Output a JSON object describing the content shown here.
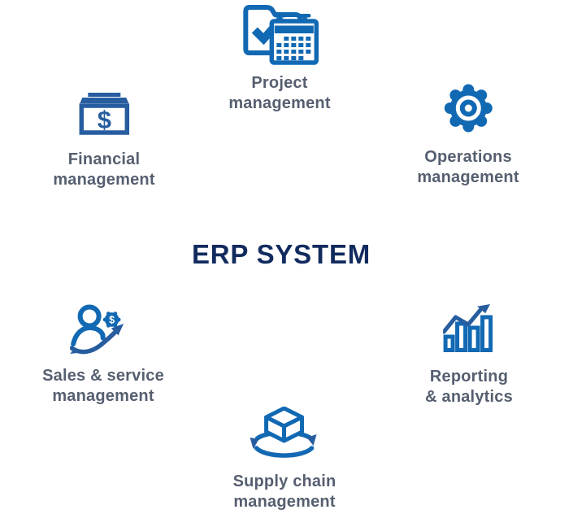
{
  "diagram": {
    "title": "ERP SYSTEM",
    "nodes": [
      {
        "id": "project-management",
        "icon": "task-folder-calendar-icon",
        "lines": [
          "Project",
          "management"
        ]
      },
      {
        "id": "operations-management",
        "icon": "gear-icon",
        "lines": [
          "Operations",
          "management"
        ]
      },
      {
        "id": "financial-management",
        "icon": "cash-stack-dollar-icon",
        "lines": [
          "Financial",
          "management"
        ],
        "symbol": "$"
      },
      {
        "id": "sales-service-management",
        "icon": "customer-sales-growth-icon",
        "lines": [
          "Sales & service",
          "management"
        ],
        "badge_symbol": "$"
      },
      {
        "id": "reporting-analytics",
        "icon": "bar-chart-growth-arrow-icon",
        "lines": [
          "Reporting",
          "& analytics"
        ]
      },
      {
        "id": "supply-chain-management",
        "icon": "package-cycle-icon",
        "lines": [
          "Supply chain",
          "management"
        ]
      }
    ]
  },
  "colors": {
    "icon-blue": "#1269b3",
    "icon-blue-dark": "#275d9f",
    "title-navy": "#122b5e",
    "label-slate": "#565f70",
    "background": "#ffffff"
  }
}
